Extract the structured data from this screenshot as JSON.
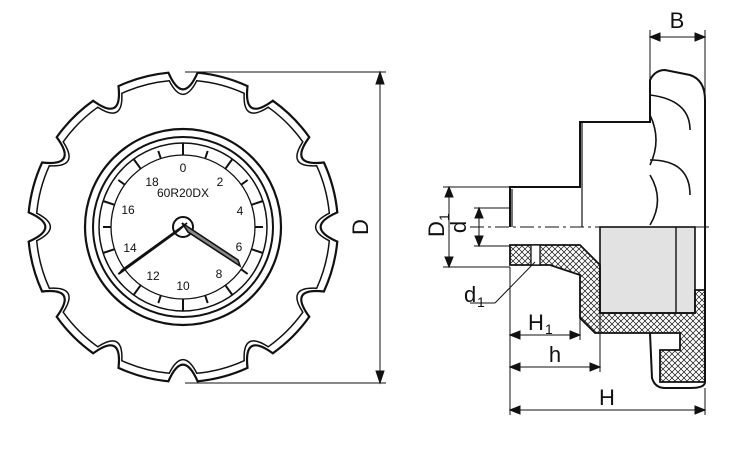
{
  "front_view": {
    "dial_model": "60R20DX",
    "dial_numbers": [
      "0",
      "2",
      "4",
      "6",
      "8",
      "10",
      "12",
      "14",
      "16",
      "18"
    ]
  },
  "dimensions": {
    "D": "D",
    "B": "B",
    "D1_main": "D",
    "D1_sub": "1",
    "d": "d",
    "d1_main": "d",
    "d1_sub": "1",
    "H1_main": "H",
    "H1_sub": "1",
    "h": "h",
    "H": "H"
  },
  "colors": {
    "line": "#111111",
    "insert_fill": "#e2e2e2",
    "hatch": "#111111"
  }
}
